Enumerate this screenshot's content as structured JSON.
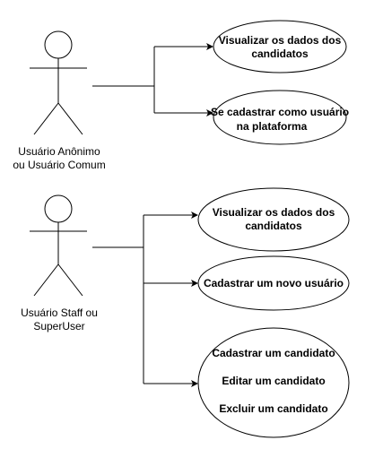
{
  "actors": [
    {
      "name_line1": "Usuário Anônimo",
      "name_line2": "ou Usuário Comum"
    },
    {
      "name_line1": "Usuário Staff ou",
      "name_line2": "SuperUser"
    }
  ],
  "use_cases": [
    {
      "line1": "Visualizar os dados dos",
      "line2": "candidatos"
    },
    {
      "line1": "Se cadastrar como usuário",
      "line2": "na plataforma"
    },
    {
      "line1": "Visualizar os dados dos",
      "line2": "candidatos"
    },
    {
      "line1": "Cadastrar um novo usuário"
    },
    {
      "line1": "Cadastrar um candidato",
      "line2": "Editar um candidato",
      "line3": "Excluir um candidato"
    }
  ]
}
